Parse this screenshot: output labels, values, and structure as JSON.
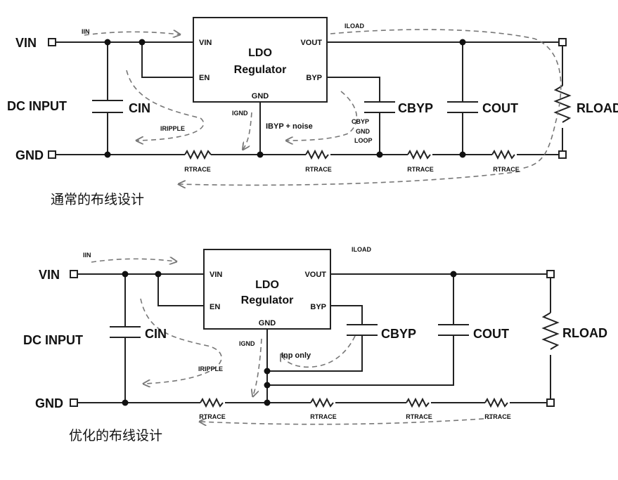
{
  "top": {
    "caption": "通常的布线设计",
    "vin": "VIN",
    "dc_input": "DC INPUT",
    "gnd": "GND",
    "ldo_line1": "LDO",
    "ldo_line2": "Regulator",
    "pin_vin": "VIN",
    "pin_en": "EN",
    "pin_vout": "VOUT",
    "pin_byp": "BYP",
    "pin_gnd": "GND",
    "cin": "CIN",
    "cbyp": "CBYP",
    "cout": "COUT",
    "rload": "RLOAD",
    "rtrace": "RTRACE",
    "iin": "IIN",
    "iload": "ILOAD",
    "ignd": "IGND",
    "iripple": "IRIPPLE",
    "ibyp_noise": "IBYP + noise",
    "cbyp_loop_1": "CBYP",
    "cbyp_loop_2": "GND",
    "cbyp_loop_3": "LOOP"
  },
  "bottom": {
    "caption": "优化的布线设计",
    "vin": "VIN",
    "dc_input": "DC INPUT",
    "gnd": "GND",
    "ldo_line1": "LDO",
    "ldo_line2": "Regulator",
    "pin_vin": "VIN",
    "pin_en": "EN",
    "pin_vout": "VOUT",
    "pin_byp": "BYP",
    "pin_gnd": "GND",
    "cin": "CIN",
    "cbyp": "CBYP",
    "cout": "COUT",
    "rload": "RLOAD",
    "rtrace": "RTRACE",
    "iin": "IIN",
    "iload": "ILOAD",
    "ignd": "IGND",
    "iripple": "IRIPPLE",
    "inp_only": "Inp only"
  }
}
